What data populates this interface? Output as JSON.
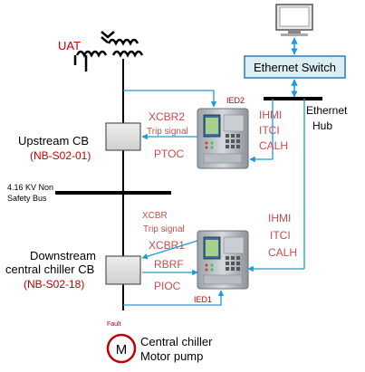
{
  "colors": {
    "red_label": "#c0504d",
    "dark_red": "#c00000",
    "blue_line": "#1f9ad6",
    "black": "#000000",
    "switch_fill": "#dbeef4",
    "switch_border": "#2e7bbd"
  },
  "labels": {
    "uat": "UAT",
    "switch": "Ethernet Switch",
    "hub_line1": "Ethernet",
    "hub_line2": "Hub",
    "ied2": "IED2",
    "ied1": "IED1",
    "xcbr2": "XCBR2",
    "trip_signal_top": "Trip signal",
    "ptoc": "PTOC",
    "upstream_line1": "Upstream CB",
    "upstream_line2": "(NB-S02-01)",
    "ihmi_top": "IHMI",
    "itci_top": "ITCI",
    "calh_top": "CALH",
    "bus_line1": "4.16 KV Non",
    "bus_line2": "Safety Bus",
    "xcbr_mid": "XCBR",
    "trip_signal_mid": "Trip signal",
    "xcbr1": "XCBR1",
    "rbrf": "RBRF",
    "pioc": "PIOC",
    "downstream_line1": "Downstream",
    "downstream_line2": "central chiller CB",
    "downstream_line3": "(NB-S02-18)",
    "ihmi_bottom": "IHMI",
    "itci_bottom": "ITCI",
    "calh_bottom": "CALH",
    "fault": "Fault",
    "motor": "M",
    "motor_line1": "Central chiller",
    "motor_line2": "Motor pump"
  },
  "icons": [
    "computer-monitor-icon",
    "transformer-icon",
    "ied-relay-icon",
    "motor-icon"
  ]
}
